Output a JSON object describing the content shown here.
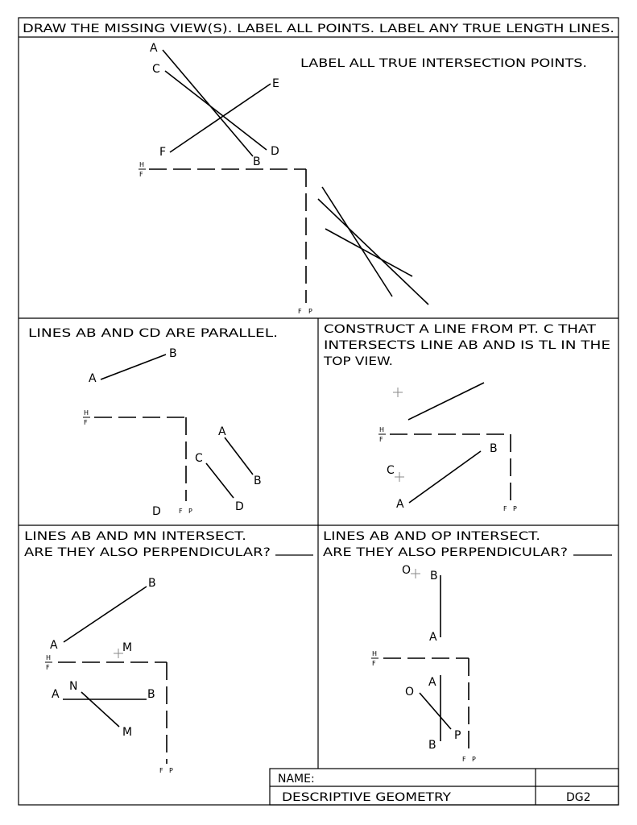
{
  "header": {
    "instruction": "DRAW THE MISSING VIEW(S). LABEL ALL POINTS. LABEL ANY TRUE LENGTH LINES."
  },
  "problem1": {
    "instruction": "LABEL ALL TRUE INTERSECTION POINTS.",
    "points": {
      "A": "A",
      "B": "B",
      "C": "C",
      "D": "D",
      "E": "E",
      "F": "F"
    },
    "fold_hf_top": "H",
    "fold_hf_bottom": "F",
    "fold_fp_left": "F",
    "fold_fp_right": "P"
  },
  "problem2": {
    "instruction": "LINES AB AND CD ARE PARALLEL.",
    "points": {
      "A_top": "A",
      "B_top": "B",
      "A_prof": "A",
      "B_prof": "B",
      "C_prof": "C",
      "D_prof": "D",
      "D_front": "D"
    },
    "fold_hf_top": "H",
    "fold_hf_bottom": "F",
    "fold_fp_left": "F",
    "fold_fp_right": "P"
  },
  "problem3": {
    "instruction_line1": "CONSTRUCT A LINE FROM PT. C THAT",
    "instruction_line2": "INTERSECTS LINE AB AND IS TL IN THE",
    "instruction_line3": "TOP VIEW.",
    "points": {
      "A": "A",
      "B": "B",
      "C": "C"
    },
    "fold_hf_top": "H",
    "fold_hf_bottom": "F",
    "fold_fp_left": "F",
    "fold_fp_right": "P"
  },
  "problem4": {
    "instruction_line1": "LINES AB AND MN INTERSECT.",
    "instruction_line2": "ARE THEY ALSO PERPENDICULAR?",
    "points": {
      "A_top": "A",
      "B_top": "B",
      "M_top": "M",
      "A_front": "A",
      "B_front": "B",
      "N_front": "N",
      "M_front": "M"
    },
    "fold_hf_top": "H",
    "fold_hf_bottom": "F",
    "fold_fp_left": "F",
    "fold_fp_right": "P"
  },
  "problem5": {
    "instruction_line1": "LINES AB AND OP INTERSECT.",
    "instruction_line2": "ARE THEY ALSO PERPENDICULAR?",
    "points": {
      "O_top": "O",
      "B_top": "B",
      "A_top": "A",
      "A_front": "A",
      "O_front": "O",
      "B_front": "B",
      "P_front": "P"
    },
    "fold_hf_top": "H",
    "fold_hf_bottom": "F",
    "fold_fp_left": "F",
    "fold_fp_right": "P"
  },
  "title_block": {
    "name_label": "NAME:",
    "course": "DESCRIPTIVE GEOMETRY",
    "sheet_id": "DG2"
  }
}
